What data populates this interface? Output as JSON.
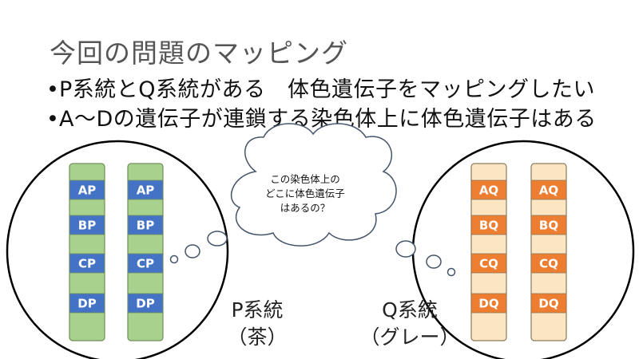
{
  "title": "今回の問題のマッピング",
  "bullets": [
    "P系統とQ系統がある　体色遺伝子をマッピングしたい",
    "A～Dの遺伝子が連鎖する染色体上に体色遺伝子はある"
  ],
  "thought_bubble": {
    "lines": [
      "この染色体上の",
      "どこに体色遺伝子",
      "はあるの？"
    ]
  },
  "strains": {
    "P": {
      "name": "P系統",
      "color_label": "（茶）",
      "chromosome_color": "#a9d18e",
      "locus_color": "#4472c4",
      "loci": [
        "AP",
        "BP",
        "CP",
        "DP"
      ]
    },
    "Q": {
      "name": "Q系統",
      "color_label": "（グレー）",
      "chromosome_color": "#fbe5c3",
      "locus_color": "#ed7d31",
      "loci": [
        "AQ",
        "BQ",
        "CQ",
        "DQ"
      ]
    }
  }
}
